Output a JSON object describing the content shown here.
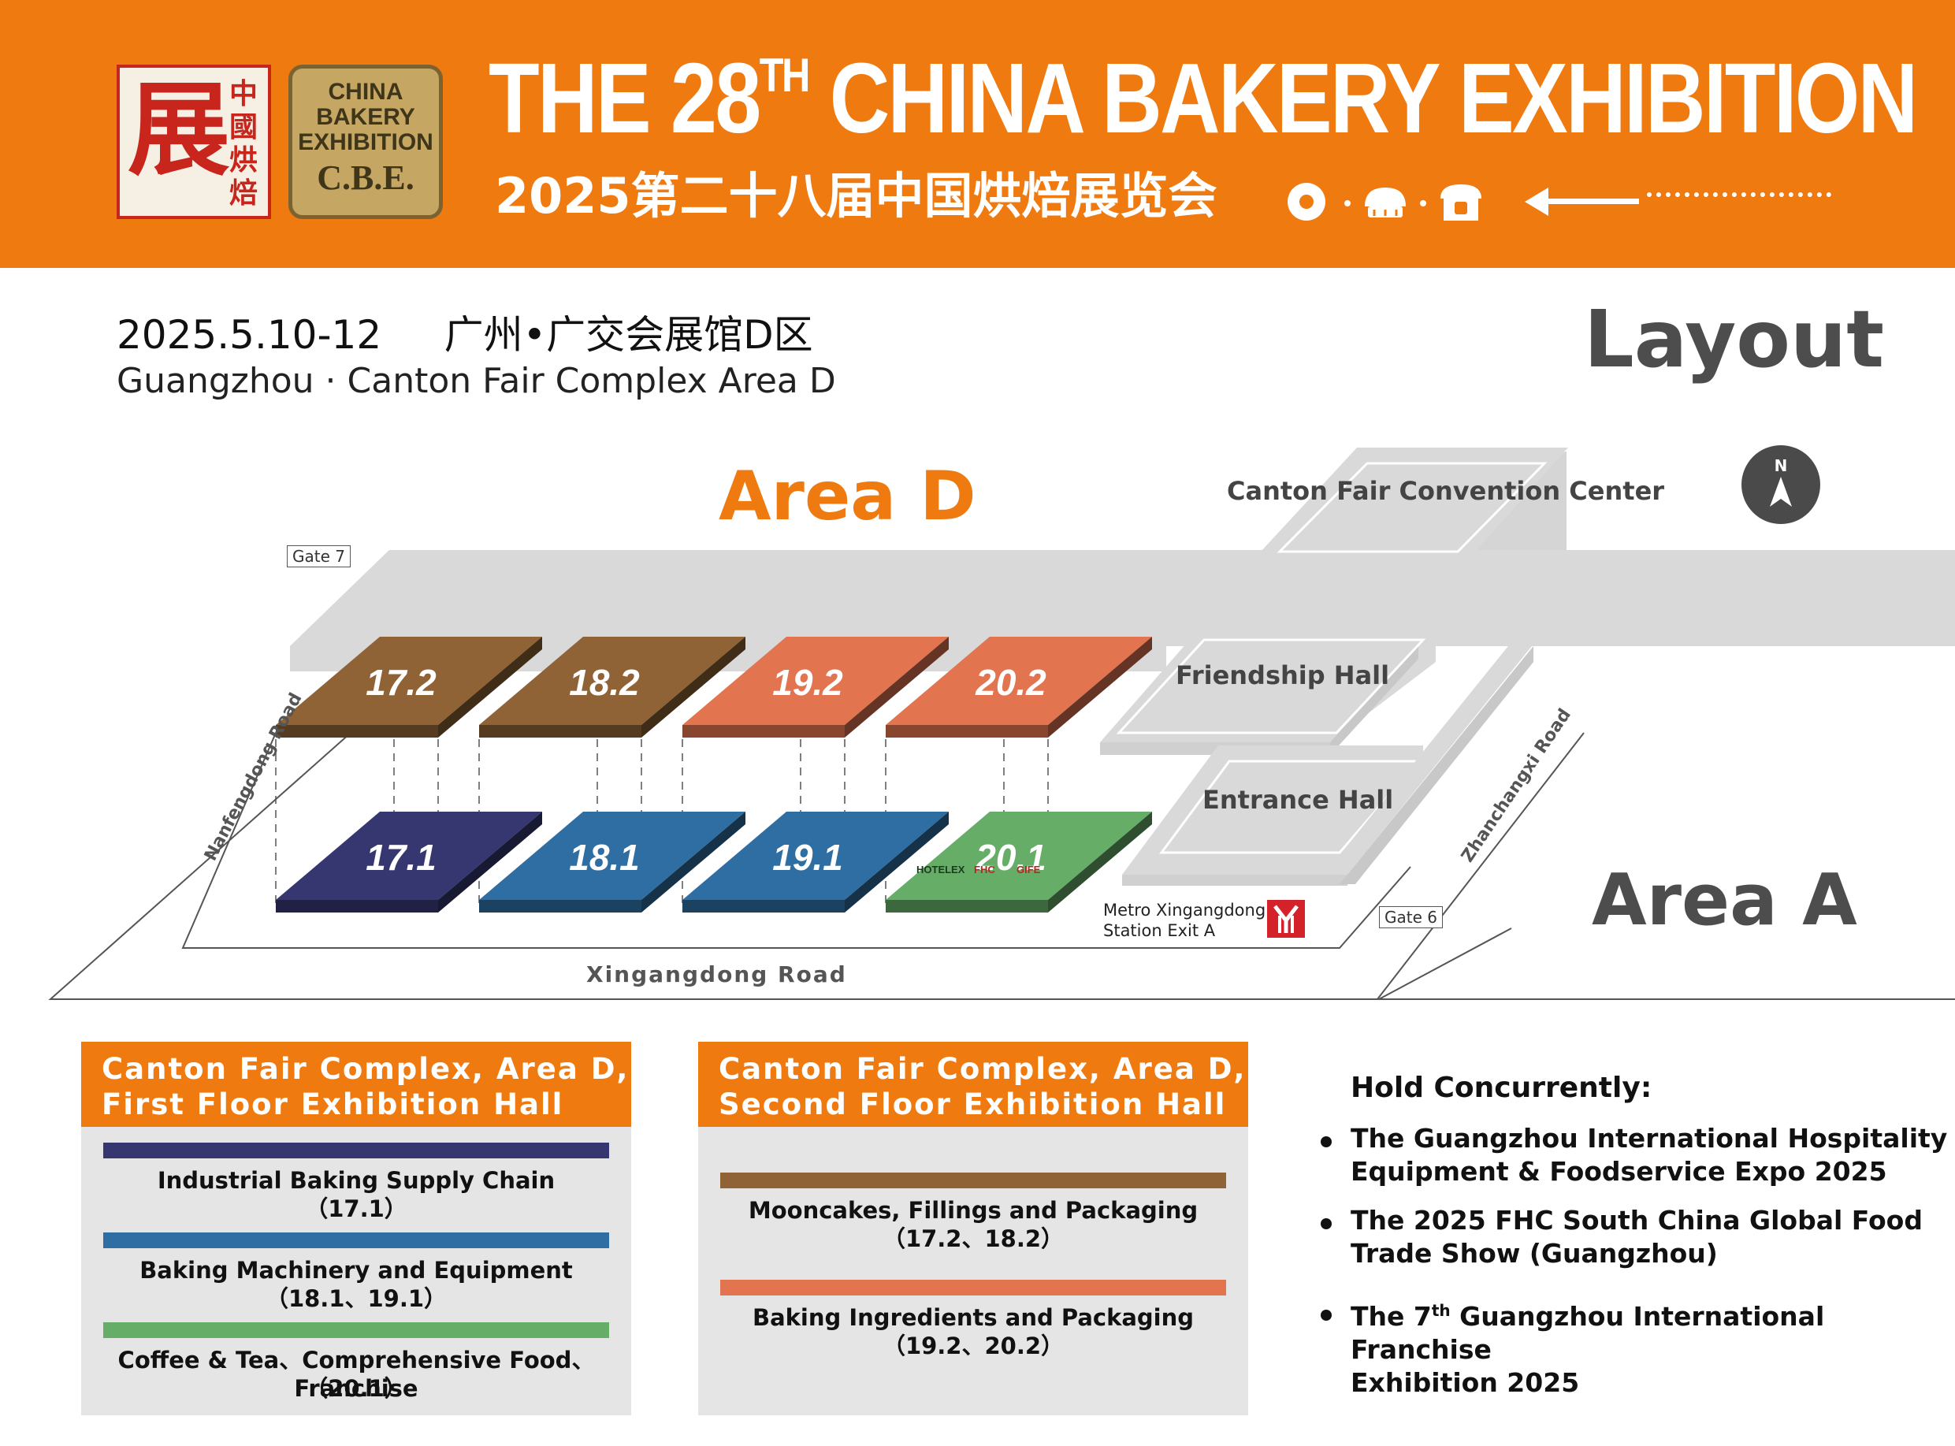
{
  "header": {
    "logo_seal_char": "展",
    "logo_seal_vertical": "中國烘焙",
    "logo_badge_lines": [
      "CHINA",
      "BAKERY",
      "EXHIBITION"
    ],
    "logo_badge_abbrev": "C.B.E.",
    "title_pre": "THE 28",
    "title_sup": "TH",
    "title_post": " CHINA BAKERY EXHIBITION",
    "subtitle": "2025第二十八届中国烘焙展览会",
    "icons": [
      "donut-icon",
      "bun-icon",
      "bread-icon"
    ],
    "accent_color": "#ef7a10"
  },
  "event": {
    "date_location_cn": "2025.5.10-12     广州•广交会展馆D区",
    "location_en": "Guangzhou · Canton Fair Complex Area D",
    "layout_label": "Layout"
  },
  "map": {
    "area_d_label": "Area D",
    "area_a_label": "Area A",
    "convention_center": "Canton Fair Convention Center",
    "friendship_hall": "Friendship Hall",
    "entrance_hall": "Entrance Hall",
    "compass": "N",
    "gate7": "Gate 7",
    "gate6": "Gate 6",
    "metro_line1": "Metro Xingangdong",
    "metro_line2": "Station Exit A",
    "roads": {
      "nanfengdong": "Nanfengdong Road",
      "xingangdong": "Xingangdong Road",
      "zhanchangxi": "Zhanchangxi Road"
    },
    "halls_upper": [
      {
        "label": "17.2",
        "color": "#8f6335"
      },
      {
        "label": "18.2",
        "color": "#8f6335"
      },
      {
        "label": "19.2",
        "color": "#e2744f"
      },
      {
        "label": "20.2",
        "color": "#e2744f"
      }
    ],
    "halls_lower": [
      {
        "label": "17.1",
        "color": "#363771"
      },
      {
        "label": "18.1",
        "color": "#2f6ea3"
      },
      {
        "label": "19.1",
        "color": "#2f6ea3"
      },
      {
        "label": "20.1",
        "color": "#66ae68"
      }
    ],
    "hall_20_1_logos": [
      "HOTELEX",
      "FHC",
      "GIFE"
    ]
  },
  "panels": {
    "first_floor": {
      "title_line1": "Canton Fair Complex, Area D,",
      "title_line2": "First Floor Exhibition Hall",
      "items": [
        {
          "color": "#363771",
          "label": "Industrial Baking Supply Chain",
          "halls": "（17.1）"
        },
        {
          "color": "#2f6ea3",
          "label": "Baking Machinery and Equipment",
          "halls": "（18.1、19.1）"
        },
        {
          "color": "#66ae68",
          "label": "Coffee & Tea、Comprehensive Food、Franchise",
          "halls": "（20.1）"
        }
      ]
    },
    "second_floor": {
      "title_line1": "Canton Fair Complex, Area D,",
      "title_line2": "Second Floor Exhibition Hall",
      "items": [
        {
          "color": "#8f6335",
          "label": "Mooncakes, Fillings and Packaging",
          "halls": "（17.2、18.2）"
        },
        {
          "color": "#e2744f",
          "label": "Baking Ingredients and Packaging",
          "halls": "（19.2、20.2）"
        }
      ]
    }
  },
  "concurrent": {
    "heading": "Hold Concurrently:",
    "item1_line1": "The Guangzhou International Hospitality",
    "item1_line2": "Equipment & Foodservice Expo 2025",
    "item2_line1": "The 2025 FHC South China Global Food",
    "item2_line2": "Trade Show (Guangzhou)",
    "item3_pre": "The 7",
    "item3_sup": "th",
    "item3_post": " Guangzhou International Franchise",
    "item3_line2": "Exhibition 2025"
  }
}
